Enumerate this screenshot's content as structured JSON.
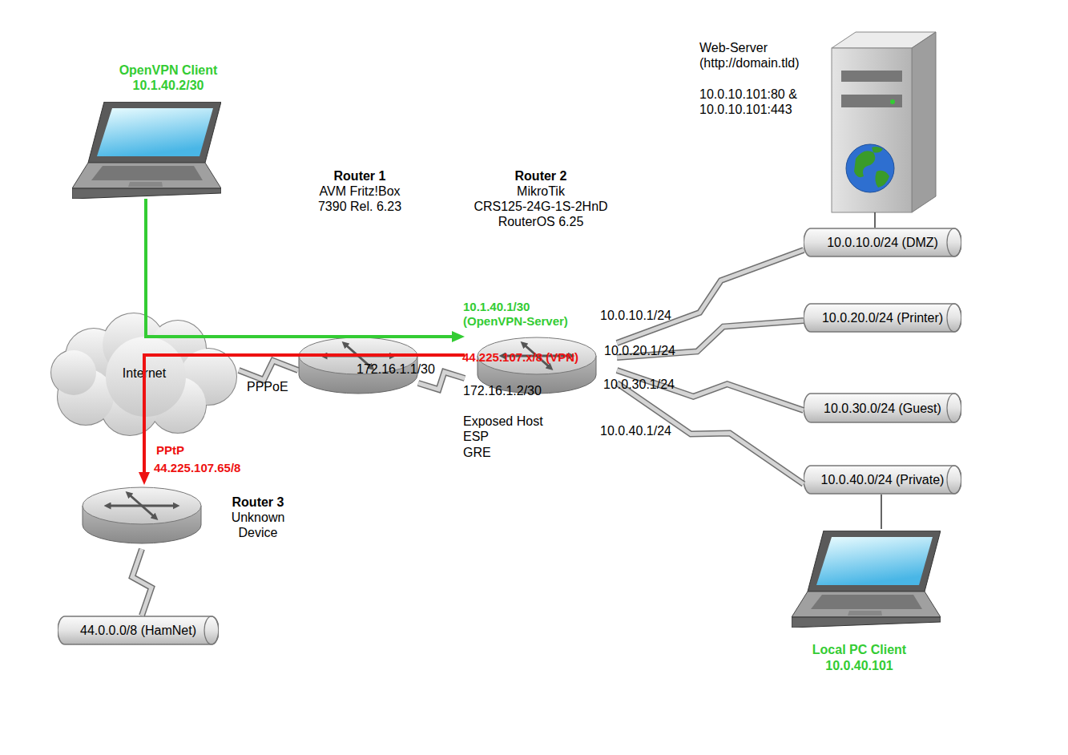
{
  "diagram": {
    "nodes": [
      {
        "text": [
          "OpenVPN Client",
          "10.1.40.2/30"
        ]
      },
      {
        "text": [
          "Web-Server (http://domain.tld)",
          "10.0.10.101:80 & 10.0.10.101:443"
        ]
      },
      {
        "text": [
          "Router 1",
          "AVM Fritz!Box 7390 Rel. 6.23",
          "172.16.1.1/30"
        ]
      },
      {
        "text": [
          "Router 2",
          "MikroTik CRS125-24G-1S-2HnD RouterOS 6.25",
          "172.16.1.2/30"
        ]
      },
      {
        "text": [
          "10.0.10.0/24 (DMZ)"
        ]
      },
      {
        "text": [
          "10.0.20.0/24 (Printer)"
        ]
      },
      {
        "text": [
          "Internet"
        ]
      },
      {
        "text": [
          "10.0.30.0/24 (Guest)"
        ]
      },
      {
        "text": [
          "10.0.40.0/24 (Private)"
        ]
      },
      {
        "text": [
          "Router 3",
          "Unknown Device"
        ]
      },
      {
        "text": [
          "Local PC Client",
          "10.0.40.101"
        ]
      },
      {
        "text": [
          "44.0.0.0/8 (HamNet)"
        ]
      }
    ],
    "edges": [
      {
        "from": 0,
        "to": 3,
        "arrow": "to"
      },
      {
        "from": 3,
        "to": 9,
        "arrow": "to"
      },
      {
        "from": 6,
        "to": 2,
        "arrow": "none",
        "label": "PPPoE"
      },
      {
        "from": 2,
        "to": 3,
        "arrow": "none"
      },
      {
        "from": 3,
        "to": 4,
        "arrow": "none",
        "label": "10.0.10.1/24"
      },
      {
        "from": 3,
        "to": 5,
        "arrow": "none",
        "label": "10.0.20.1/24"
      },
      {
        "from": 3,
        "to": 7,
        "arrow": "none",
        "label": "10.0.30.1/24"
      },
      {
        "from": 3,
        "to": 8,
        "arrow": "none",
        "label": "10.0.40.1/24"
      },
      {
        "from": 1,
        "to": 4,
        "arrow": "none"
      },
      {
        "from": 8,
        "to": 10,
        "arrow": "none"
      },
      {
        "from": 9,
        "to": 11,
        "arrow": "none"
      }
    ],
    "labels": [
      "10.1.40.1/30 (OpenVPN-Server)",
      "44.225.107.x/8 (VPN)",
      "PPtP",
      "44.225.107.65/8",
      "Exposed Host",
      "ESP",
      "GRE"
    ]
  }
}
